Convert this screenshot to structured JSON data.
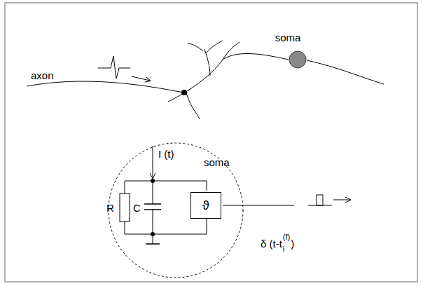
{
  "diagram": {
    "nodes": [
      {
        "text": [
          "soma"
        ]
      },
      {
        "text": [
          "soma"
        ]
      },
      {
        "text": [
          "ϑ"
        ],
        "in": 1
      }
    ],
    "labels": [
      "axon",
      "I (t)",
      "R",
      "C",
      "δ (t-t",
      "i",
      "(f)",
      ")"
    ]
  }
}
